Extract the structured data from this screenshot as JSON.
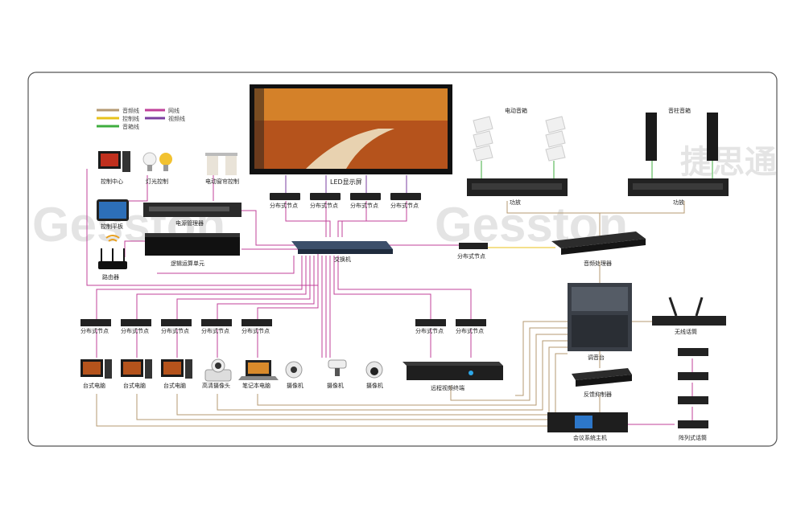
{
  "legend": [
    {
      "label": "音频线",
      "color": "#b59a72"
    },
    {
      "label": "控制线",
      "color": "#e8c21a"
    },
    {
      "label": "音箱线",
      "color": "#3fae3f"
    },
    {
      "label": "网线",
      "color": "#c0409a"
    },
    {
      "label": "视频线",
      "color": "#7b3fa0"
    }
  ],
  "labels": {
    "led": "LED显示屏",
    "control_center": "控制中心",
    "light_control": "灯光控制",
    "curtain_control": "电动窗帘控制",
    "tablet": "控制平板",
    "power_manager": "电源管理器",
    "logic_unit": "逻辑运算单元",
    "router": "路由器",
    "switch": "交换机",
    "node": "分布式节点",
    "powered_speaker": "电动音箱",
    "column_speaker": "音柱音箱",
    "amp": "功放",
    "audio_processor": "音频处理器",
    "mixer": "调音台",
    "wireless_mic": "无线话筒",
    "feedback_suppressor": "反馈抑制器",
    "conference_host": "会议系统主机",
    "array_mic": "阵列式话筒",
    "desktop": "台式电脑",
    "hd_camera": "高清摄像头",
    "laptop": "笔记本电脑",
    "camera": "摄像机",
    "remote_terminal": "远程视频终端"
  },
  "watermark": {
    "text_en": "Gesston",
    "text_cn": "捷思通"
  }
}
